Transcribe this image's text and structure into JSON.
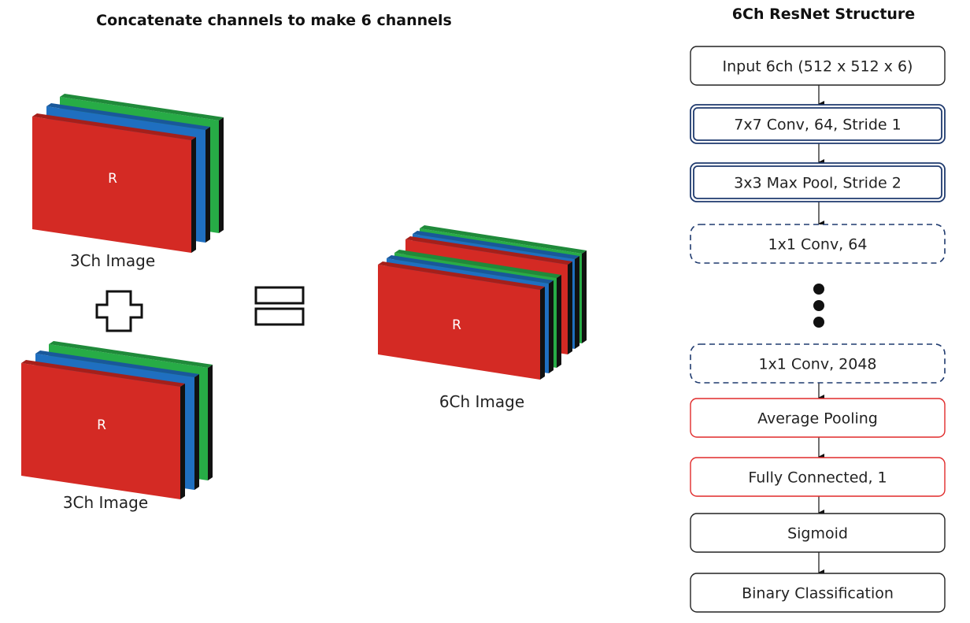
{
  "left_title": "Concatenate channels to make 6 channels",
  "right_title": "6Ch ResNet Structure",
  "stacks": {
    "top_caption": "3Ch Image",
    "bottom_caption": "3Ch Image",
    "result_caption": "6Ch Image",
    "front_letter": "R"
  },
  "colors": {
    "red": "#d42a24",
    "blue": "#1f6fc0",
    "green": "#27ac46",
    "side": "#111111",
    "navy": "#1f3a6e",
    "solid_border": "#222222",
    "red_border": "#e02a2a"
  },
  "flow": [
    {
      "label": "Input 6ch (512 x 512 x 6)",
      "style": "solid"
    },
    {
      "label": "7x7 Conv, 64, Stride 1",
      "style": "double"
    },
    {
      "label": "3x3 Max Pool, Stride 2",
      "style": "double"
    },
    {
      "label": "1x1 Conv, 64",
      "style": "dashed"
    },
    {
      "label": "1x1 Conv, 2048",
      "style": "dashed"
    },
    {
      "label": "Average Pooling",
      "style": "red"
    },
    {
      "label": "Fully Connected, 1",
      "style": "red"
    },
    {
      "label": "Sigmoid",
      "style": "solid"
    },
    {
      "label": "Binary Classification",
      "style": "solid"
    }
  ]
}
